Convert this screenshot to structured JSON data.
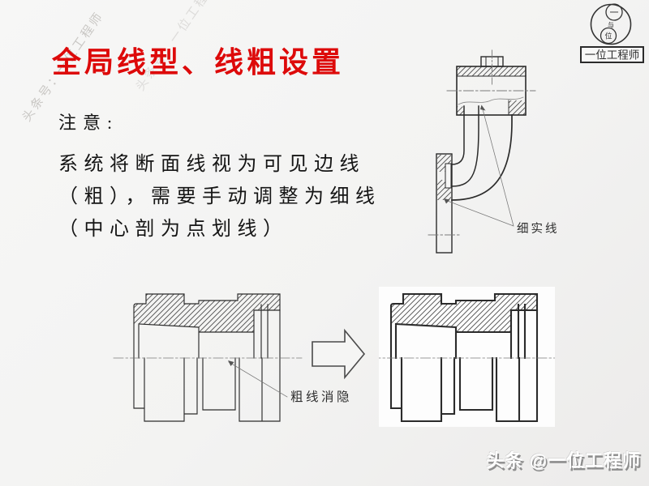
{
  "slide": {
    "title": "全局线型、线粗设置"
  },
  "watermark": {
    "diagonal": "头条号：一位工程师",
    "footer": "头条 @一位工程师"
  },
  "logo": {
    "top_char": "一",
    "mid_char": "与",
    "bottom_char": "位",
    "label": "一位工程师"
  },
  "note": {
    "heading": "注意:",
    "lines": [
      "系统将断面线视为可见边线",
      "（粗），需要手动调整为细线",
      "（中心剖为点划线）"
    ]
  },
  "figures": {
    "elbow_label": "细实线",
    "hidden_label": "粗线消隐"
  },
  "colors": {
    "title_red": "#dd0a0a",
    "background": "#f3f3f2",
    "drawing_line": "#2b2b2b"
  }
}
